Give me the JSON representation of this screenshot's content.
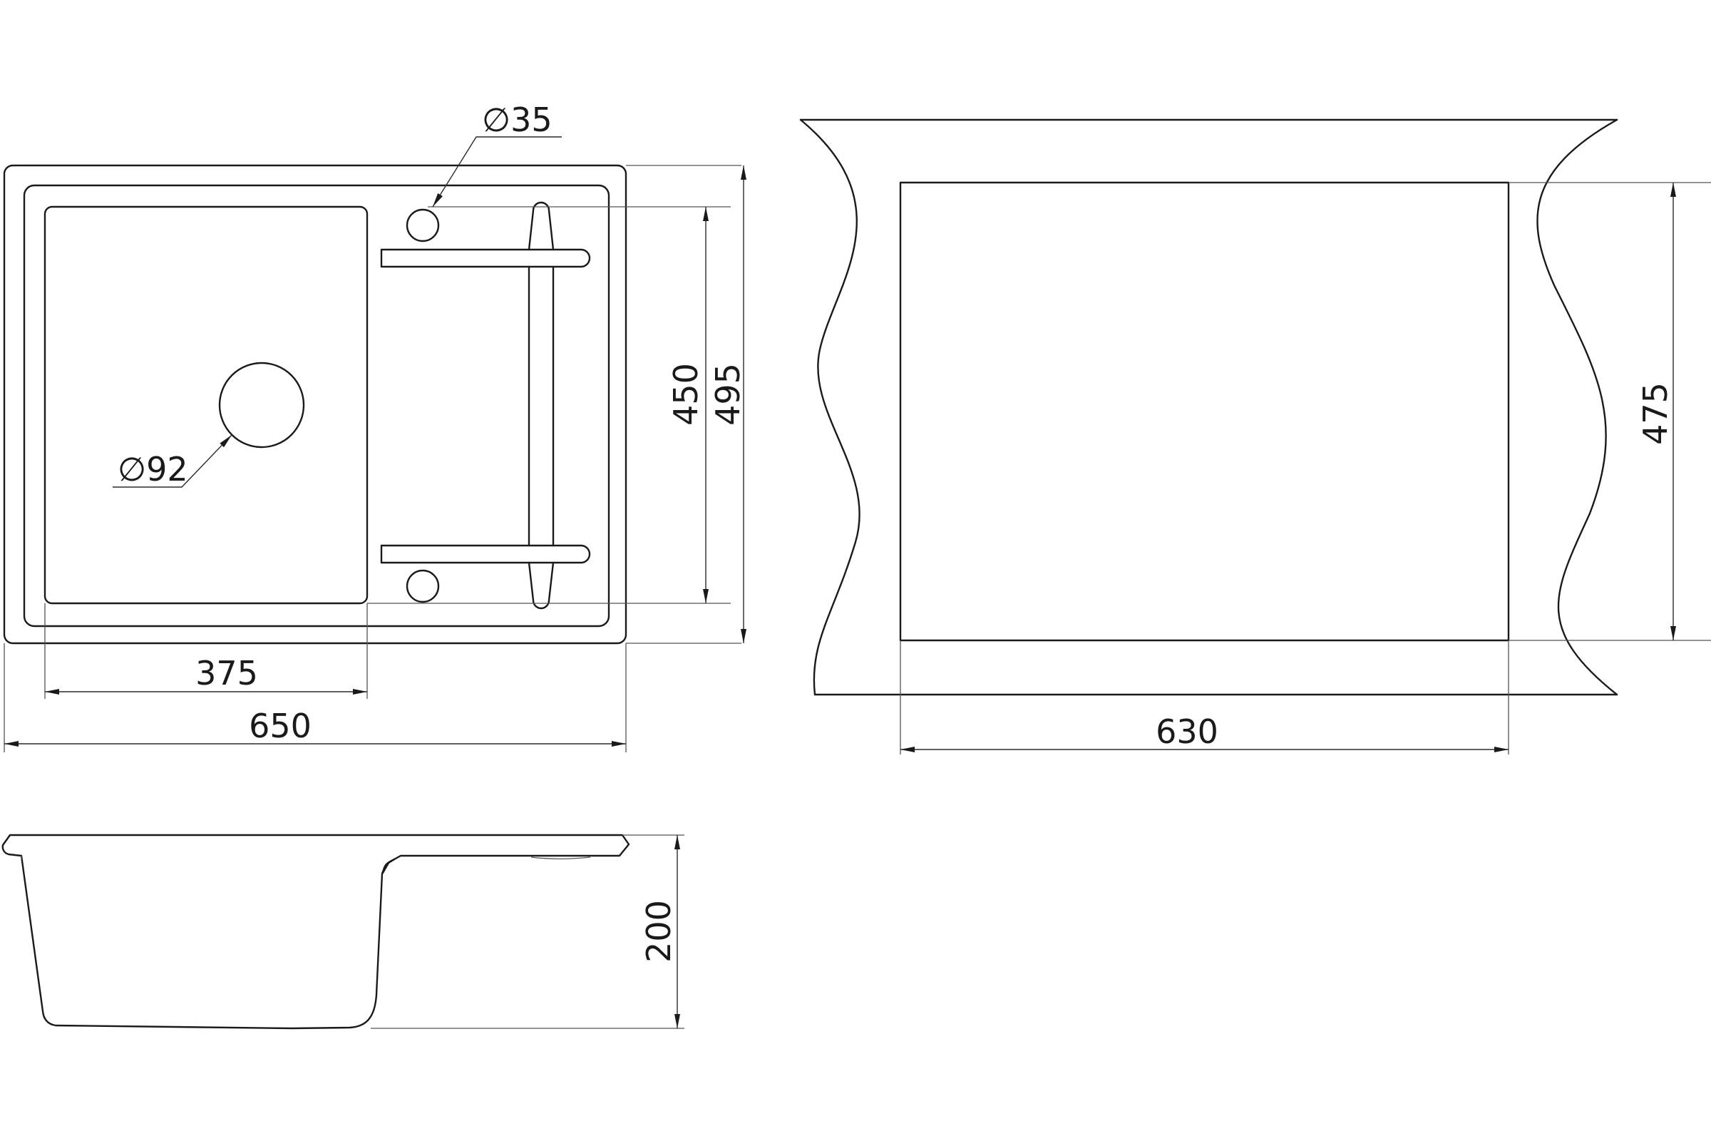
{
  "dimensions": {
    "tap_hole_diameter": "∅35",
    "drain_diameter": "∅92",
    "bowl_width": "375",
    "overall_width": "650",
    "bowl_depth": "450",
    "overall_depth": "495",
    "cutout_width": "630",
    "cutout_depth": "475",
    "bowl_height": "200"
  },
  "colors": {
    "line": "#1a1a1a",
    "background": "#ffffff"
  }
}
